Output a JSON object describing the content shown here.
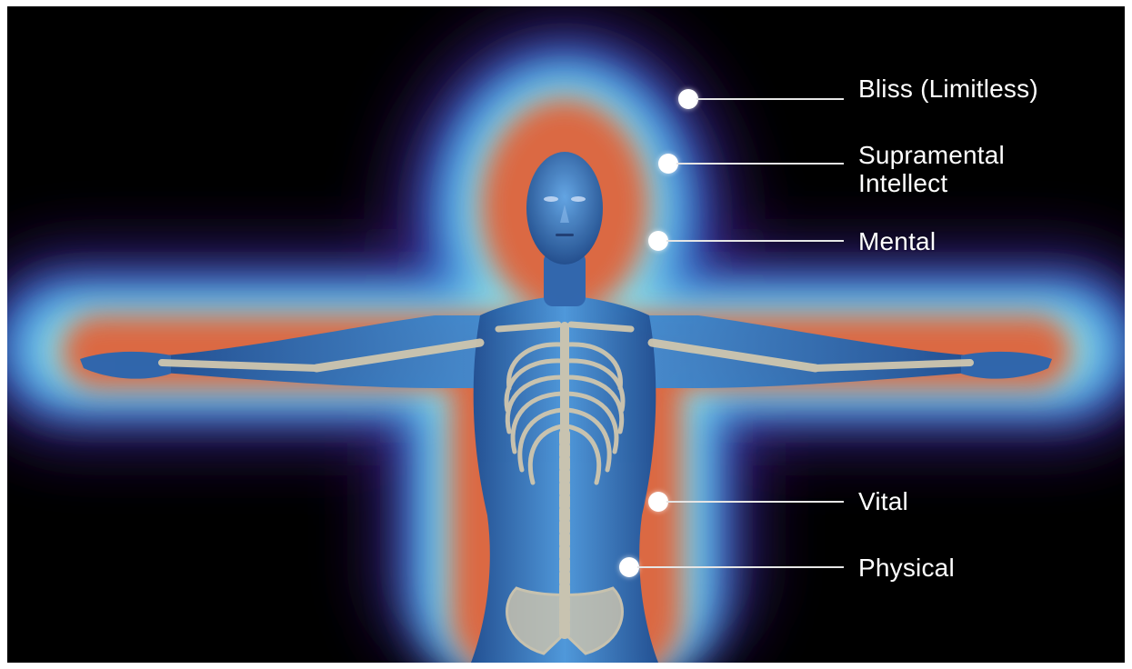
{
  "layers": [
    {
      "label": "Bliss (Limitless)"
    },
    {
      "label": "Supramental\nIntellect"
    },
    {
      "label": "Mental"
    },
    {
      "label": "Vital"
    },
    {
      "label": "Physical"
    }
  ],
  "colors": {
    "background": "#000000",
    "aura_inner": "#e0633a",
    "aura_mid": "#8fe0e6",
    "aura_blue": "#2f8fe8",
    "aura_outer": "#3b1a7a",
    "body": "#3d8fd6",
    "skeleton": "#cfc6ae",
    "marker": "#ffffff"
  }
}
